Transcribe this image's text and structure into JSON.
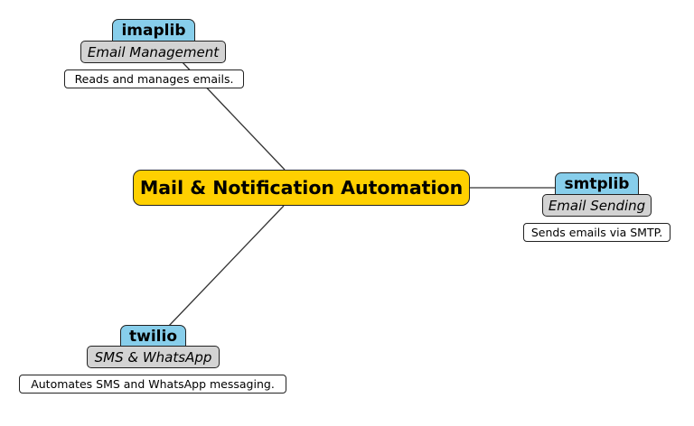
{
  "center": {
    "label": "Mail & Notification Automation",
    "color": "#FFD000"
  },
  "colors": {
    "lib": "#87CEEB",
    "category": "#D3D3D3",
    "description": "#FFFFFF",
    "edge": "#333333"
  },
  "nodes": [
    {
      "id": "imaplib",
      "label": "imaplib",
      "category": "Email Management",
      "description": "Reads and manages emails."
    },
    {
      "id": "smtplib",
      "label": "smtplib",
      "category": "Email Sending",
      "description": "Sends emails via SMTP."
    },
    {
      "id": "twilio",
      "label": "twilio",
      "category": "SMS & WhatsApp",
      "description": "Automates SMS and WhatsApp messaging."
    }
  ]
}
